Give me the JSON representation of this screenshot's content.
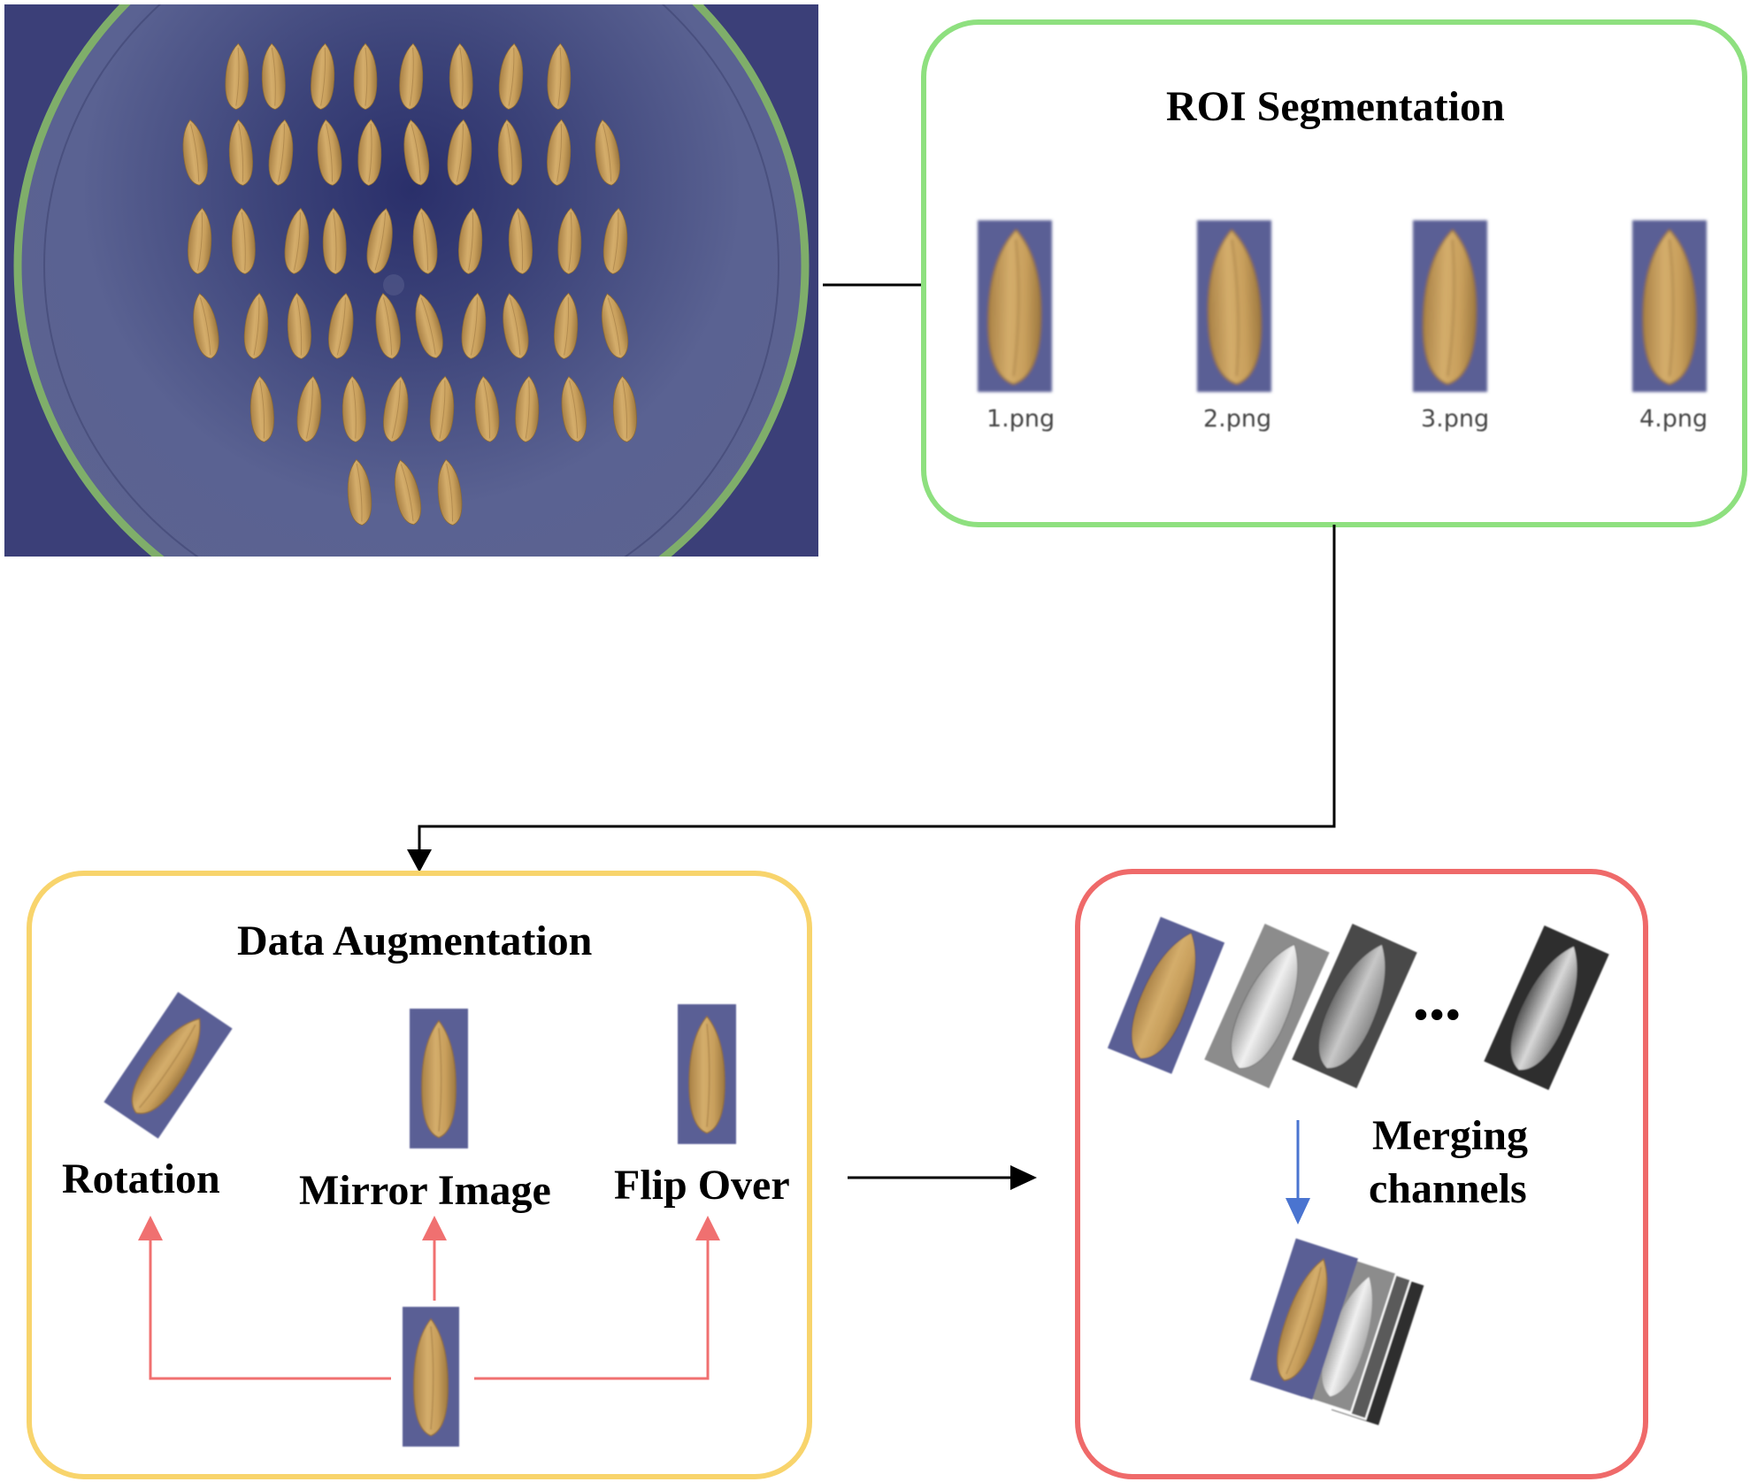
{
  "roi_panel": {
    "title": "ROI Segmentation",
    "files": [
      "1.png",
      "2.png",
      "3.png",
      "4.png"
    ],
    "border_color": "#8ee07f"
  },
  "augmentation_panel": {
    "title": "Data Augmentation",
    "ops": [
      "Rotation",
      "Mirror Image",
      "Flip Over"
    ],
    "border_color": "#f8d46c",
    "arrow_color": "#f07070"
  },
  "merge_panel": {
    "label_line1": "Merging",
    "label_line2": "channels",
    "ellipsis": "•••",
    "border_color": "#ef6a6a",
    "arrow_color": "#4a74d0"
  },
  "colors": {
    "tray_background": "#3b3f78",
    "dish": "#545c8c",
    "dish_rim": "#7fae6a",
    "grain": "#c9a262",
    "crop_background": "#5a5f95"
  }
}
